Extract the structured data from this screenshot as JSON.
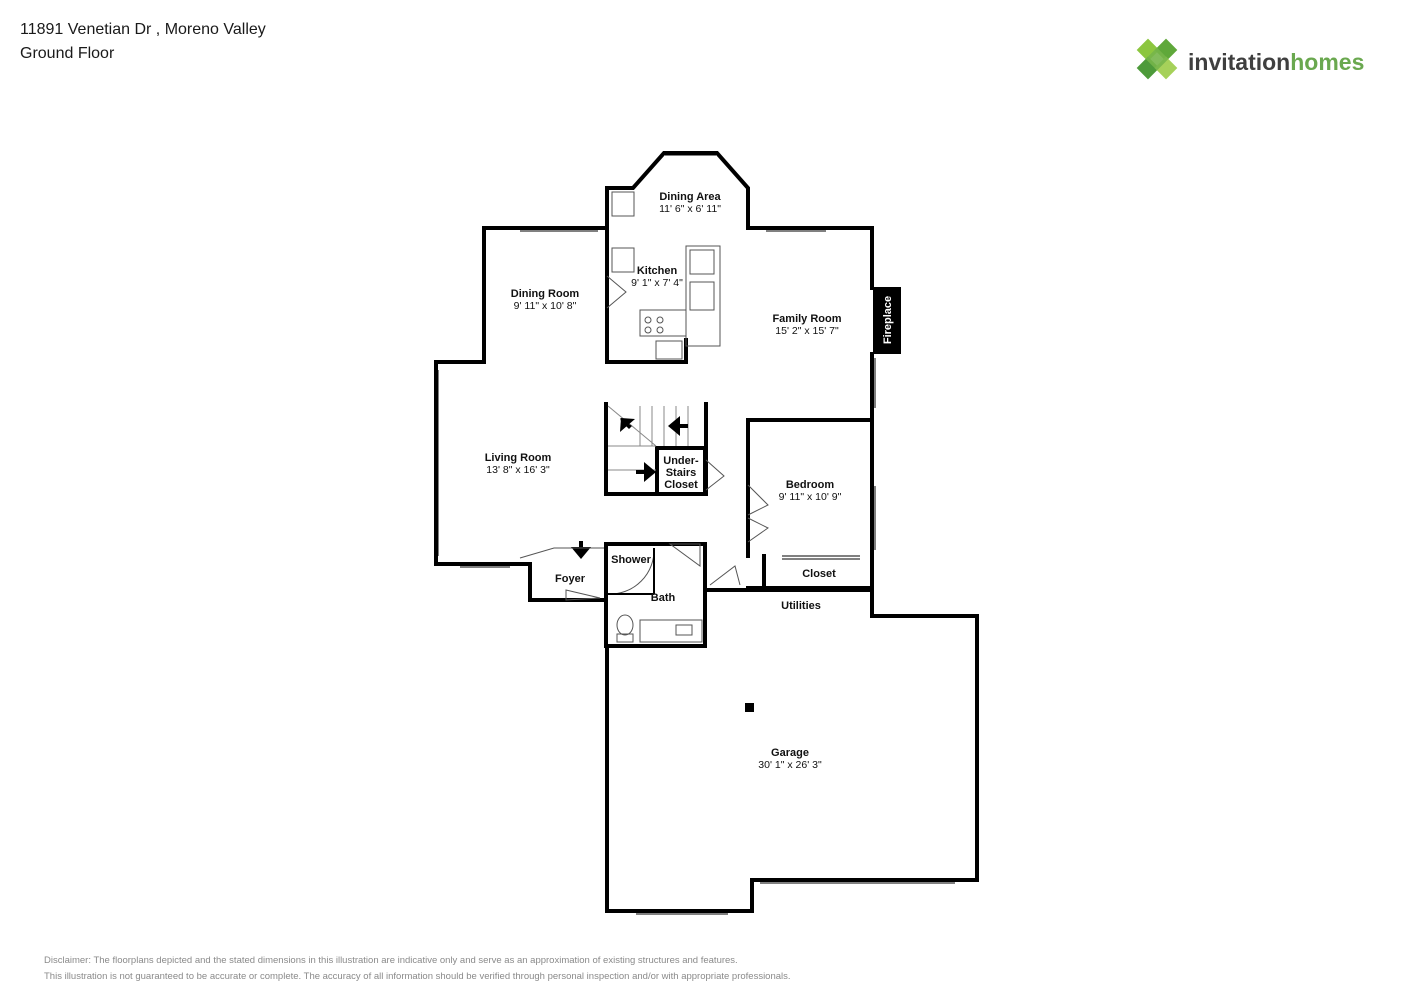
{
  "header": {
    "address": "11891 Venetian Dr , Moreno Valley",
    "floor": "Ground Floor"
  },
  "brand": {
    "name_first": "invitation",
    "name_second": "homes",
    "color_dark": "#3f3f3f",
    "color_green": "#6aa84f",
    "logo_icon": "diamond-cluster-logo-icon"
  },
  "rooms": [
    {
      "key": "dining_area",
      "name": "Dining Area",
      "dims": "11' 6\" x 6' 11\""
    },
    {
      "key": "kitchen",
      "name": "Kitchen",
      "dims": "9' 1\" x 7' 4\""
    },
    {
      "key": "dining_room",
      "name": "Dining Room",
      "dims": "9' 11\" x 10' 8\""
    },
    {
      "key": "family_room",
      "name": "Family Room",
      "dims": "15' 2\" x 15' 7\""
    },
    {
      "key": "living_room",
      "name": "Living Room",
      "dims": "13' 8\" x 16' 3\""
    },
    {
      "key": "bedroom",
      "name": "Bedroom",
      "dims": "9' 11\" x 10' 9\""
    },
    {
      "key": "garage",
      "name": "Garage",
      "dims": "30' 1\" x 26' 3\""
    }
  ],
  "labels": {
    "fireplace": "Fireplace",
    "closet_lines": [
      "Under-",
      "Stairs",
      "Closet"
    ],
    "shower": "Shower",
    "bath": "Bath",
    "foyer": "Foyer",
    "closet": "Closet",
    "utilities": "Utilities"
  },
  "disclaimer": {
    "line1": "Disclaimer: The floorplans depicted and the stated dimensions in this illustration are indicative only and serve as an approximation of existing structures and features.",
    "line2": "This illustration is not guaranteed to be accurate or complete. The accuracy of all information should be verified through personal inspection and/or with appropriate professionals."
  }
}
